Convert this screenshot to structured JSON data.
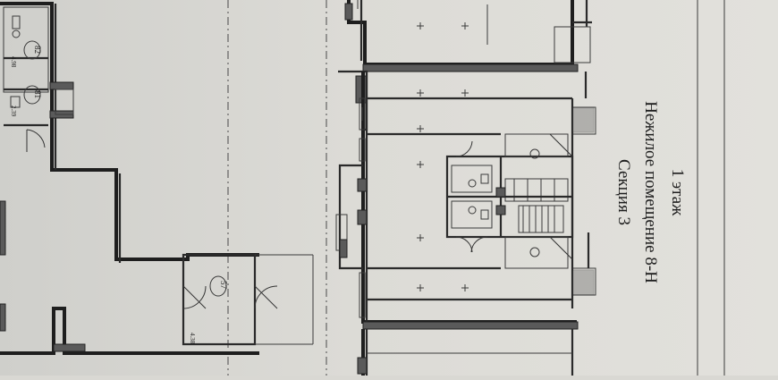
{
  "plan": {
    "title_lines": [
      "1 этаж",
      "Нежилое помещение 8-Н",
      "Секция 3"
    ],
    "rooms": [
      {
        "id": "82",
        "area": "4.98"
      },
      {
        "id": "81",
        "area": "2.39"
      },
      {
        "id": "57",
        "area": "4.38"
      }
    ]
  }
}
